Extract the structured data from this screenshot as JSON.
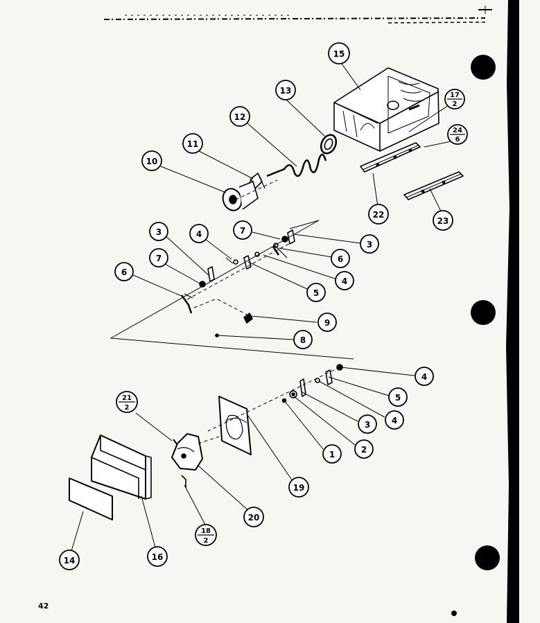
{
  "page_number": "42",
  "colors": {
    "ink": "#000000",
    "paper": "#f7f6f2"
  },
  "callouts": [
    {
      "id": "c15",
      "label": "15"
    },
    {
      "id": "c13",
      "label": "13"
    },
    {
      "id": "c12",
      "label": "12"
    },
    {
      "id": "c11",
      "label": "11"
    },
    {
      "id": "c10",
      "label": "10"
    },
    {
      "id": "c17",
      "num": "17",
      "den": "2"
    },
    {
      "id": "c24",
      "num": "24",
      "den": "6"
    },
    {
      "id": "c22",
      "label": "22"
    },
    {
      "id": "c23",
      "label": "23"
    },
    {
      "id": "c7a",
      "label": "7"
    },
    {
      "id": "c3a",
      "label": "3"
    },
    {
      "id": "c6a",
      "label": "6"
    },
    {
      "id": "c4a",
      "label": "4"
    },
    {
      "id": "c5a",
      "label": "5"
    },
    {
      "id": "c3b",
      "label": "3"
    },
    {
      "id": "c4b",
      "label": "4"
    },
    {
      "id": "c7b",
      "label": "7"
    },
    {
      "id": "c6b",
      "label": "6"
    },
    {
      "id": "c9",
      "label": "9"
    },
    {
      "id": "c8",
      "label": "8"
    },
    {
      "id": "c4c",
      "label": "4"
    },
    {
      "id": "c5b",
      "label": "5"
    },
    {
      "id": "c4d",
      "label": "4"
    },
    {
      "id": "c3c",
      "label": "3"
    },
    {
      "id": "c2",
      "label": "2"
    },
    {
      "id": "c1",
      "label": "1"
    },
    {
      "id": "c21",
      "num": "21",
      "den": "2"
    },
    {
      "id": "c19",
      "label": "19"
    },
    {
      "id": "c20",
      "label": "20"
    },
    {
      "id": "c18",
      "num": "18",
      "den": "2"
    },
    {
      "id": "c14",
      "label": "14"
    },
    {
      "id": "c16",
      "label": "16"
    }
  ]
}
